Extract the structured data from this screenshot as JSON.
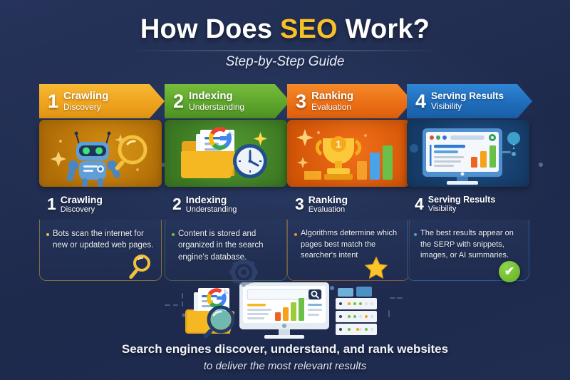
{
  "header": {
    "title_prefix": "How Does ",
    "title_highlight": "SEO",
    "title_suffix": " Work?",
    "subtitle": "Step-by-Step Guide"
  },
  "steps": [
    {
      "number": "1",
      "label": "Crawling",
      "sublabel": "Discovery",
      "body": "Bots scan the internet for new or updated web pages.",
      "color": "#f7b933",
      "illustration": "robot-magnifier-icon"
    },
    {
      "number": "2",
      "label": "Indexing",
      "sublabel": "Understanding",
      "body": "Content is stored and organized in the search engine's database.",
      "color": "#77bd3c",
      "illustration": "folder-document-clock-icon"
    },
    {
      "number": "3",
      "label": "Ranking",
      "sublabel": "Evaluation",
      "body": "Algorithms determine which pages best match the searcher's intent",
      "color": "#f68a2a",
      "illustration": "trophy-barchart-icon"
    },
    {
      "number": "4",
      "label": "Serving Results",
      "sublabel": "Visibility",
      "body": "The best results appear on the SERP with snippets, images, or AI summaries.",
      "color": "#2f86d6",
      "illustration": "monitor-serp-icon"
    }
  ],
  "badges": {
    "magnifier": "magnifier-badge-icon",
    "star": "star-badge-icon",
    "check": "✔",
    "gear": "gear-badge-icon"
  },
  "center_illustration": "monitor-search-folder-servers-icon",
  "footer": {
    "line1": "Search engines discover, understand, and rank websites",
    "line2": "to deliver the most relevant results"
  },
  "colors": {
    "background": "#222f53",
    "accent_yellow": "#f5c02a",
    "step1": "#f7b933",
    "step2": "#77bd3c",
    "step3": "#f68a2a",
    "step4": "#2f86d6",
    "check_green": "#63b023"
  }
}
